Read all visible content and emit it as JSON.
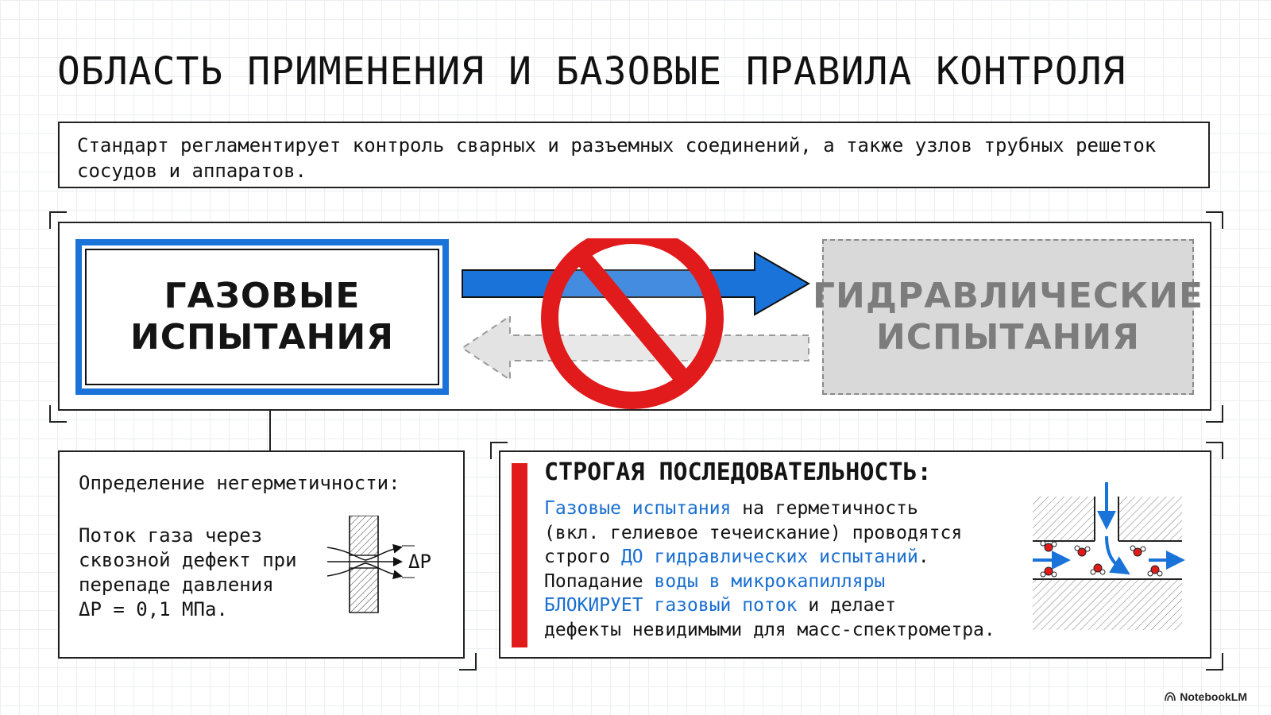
{
  "title": "ОБЛАСТЬ ПРИМЕНЕНИЯ И БАЗОВЫЕ ПРАВИЛА КОНТРОЛЯ",
  "intro": "Стандарт регламентирует контроль сварных и разъемных соединений, а также узлов трубных решеток сосудов и аппаратов.",
  "tests": {
    "gas": {
      "line1": "ГАЗОВЫЕ",
      "line2": "ИСПЫТАНИЯ"
    },
    "hydraulic": {
      "line1": "ГИДРАВЛИЧЕСКИЕ",
      "line2": "ИСПЫТАНИЯ"
    }
  },
  "definition": {
    "title": "Определение негерметичности:",
    "line1": "Поток газа через",
    "line2": "сквозной дефект при",
    "line3": "перепаде давления",
    "line4": "ΔP = 0,1 МПа.",
    "dp_label": "ΔP"
  },
  "sequence": {
    "title": "СТРОГАЯ ПОСЛЕДОВАТЕЛЬНОСТЬ:",
    "s1": "Газовые испытания",
    "s2": " на герметичность",
    "s3": "(вкл. гелиевое течеискание) проводятся",
    "s4": "строго ",
    "s5": "ДО гидравлических испытаний",
    "s6": ".",
    "s7": "Попадание ",
    "s8": "воды в микрокапилляры",
    "s9": "БЛОКИРУЕТ газовый поток",
    "s10": " и делает",
    "s11": "дефекты невидимыми для масс-спектрометра."
  },
  "colors": {
    "accent_blue": "#1a73d8",
    "prohibition_red": "#e11b1b",
    "disabled_gray": "#d9d9d9"
  },
  "icons": [
    "prohibition-icon",
    "notebooklm-logo-icon"
  ],
  "brand": "NotebookLM"
}
